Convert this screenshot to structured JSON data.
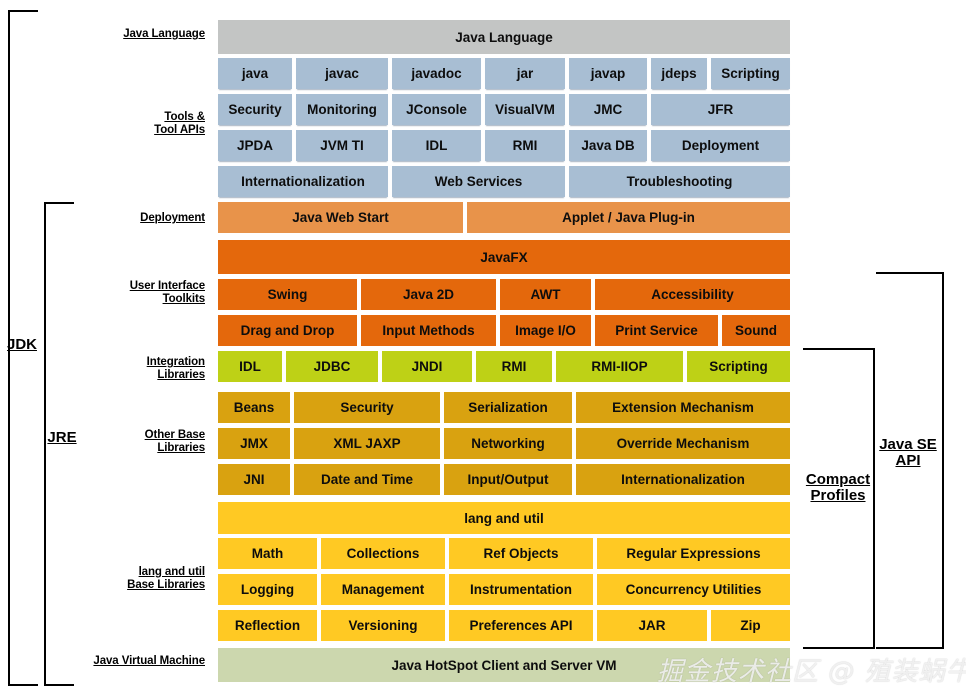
{
  "title": "Java SE Platform Architecture",
  "colors": {
    "language": "#c3c5c4",
    "tools": "#a8bed3",
    "deployment": "#e8934a",
    "ui_toolkits": "#e4680c",
    "integration": "#bed116",
    "other_base": "#d9a210",
    "lang_util": "#ffc923",
    "jvm": "#ccd7ae",
    "bracket": "#000000"
  },
  "brackets": {
    "jdk": "JDK",
    "jre": "JRE",
    "compact_profiles": "Compact\nProfiles",
    "java_se_api": "Java SE\nAPI"
  },
  "row_labels": {
    "java_language": "Java Language",
    "tools_and_tool_apis": "Tools &\nTool APIs",
    "deployment": "Deployment",
    "user_interface_toolkits": "User Interface\nToolkits",
    "integration_libraries": "Integration\nLibraries",
    "other_base_libraries": "Other Base\nLibraries",
    "lang_and_util_base_libraries": "lang and util\nBase Libraries",
    "java_virtual_machine": "Java Virtual Machine"
  },
  "sections": {
    "java_language": {
      "banner": "Java Language"
    },
    "tools": {
      "row1": [
        "java",
        "javac",
        "javadoc",
        "jar",
        "javap",
        "jdeps",
        "Scripting"
      ],
      "row2": [
        "Security",
        "Monitoring",
        "JConsole",
        "VisualVM",
        "JMC",
        "JFR"
      ],
      "row3": [
        "JPDA",
        "JVM TI",
        "IDL",
        "RMI",
        "Java DB",
        "Deployment"
      ],
      "row4": [
        "Internationalization",
        "Web Services",
        "Troubleshooting"
      ]
    },
    "deployment": {
      "row1": [
        "Java Web Start",
        "Applet / Java Plug-in"
      ]
    },
    "javafx": {
      "banner": "JavaFX"
    },
    "ui_toolkits": {
      "row1": [
        "Swing",
        "Java 2D",
        "AWT",
        "Accessibility"
      ],
      "row2": [
        "Drag and Drop",
        "Input Methods",
        "Image I/O",
        "Print Service",
        "Sound"
      ]
    },
    "integration_libraries": {
      "row1": [
        "IDL",
        "JDBC",
        "JNDI",
        "RMI",
        "RMI-IIOP",
        "Scripting"
      ]
    },
    "other_base_libraries": {
      "row1": [
        "Beans",
        "Security",
        "Serialization",
        "Extension Mechanism"
      ],
      "row2": [
        "JMX",
        "XML JAXP",
        "Networking",
        "Override Mechanism"
      ],
      "row3": [
        "JNI",
        "Date and Time",
        "Input/Output",
        "Internationalization"
      ]
    },
    "lang_and_util": {
      "banner": "lang and util",
      "row1": [
        "Math",
        "Collections",
        "Ref Objects",
        "Regular Expressions"
      ],
      "row2": [
        "Logging",
        "Management",
        "Instrumentation",
        "Concurrency Utilities"
      ],
      "row3": [
        "Reflection",
        "Versioning",
        "Preferences API",
        "JAR",
        "Zip"
      ]
    },
    "jvm": {
      "banner": "Java HotSpot Client and Server VM"
    }
  },
  "watermark": "掘金技术社区 @ 殖装蜗牛"
}
